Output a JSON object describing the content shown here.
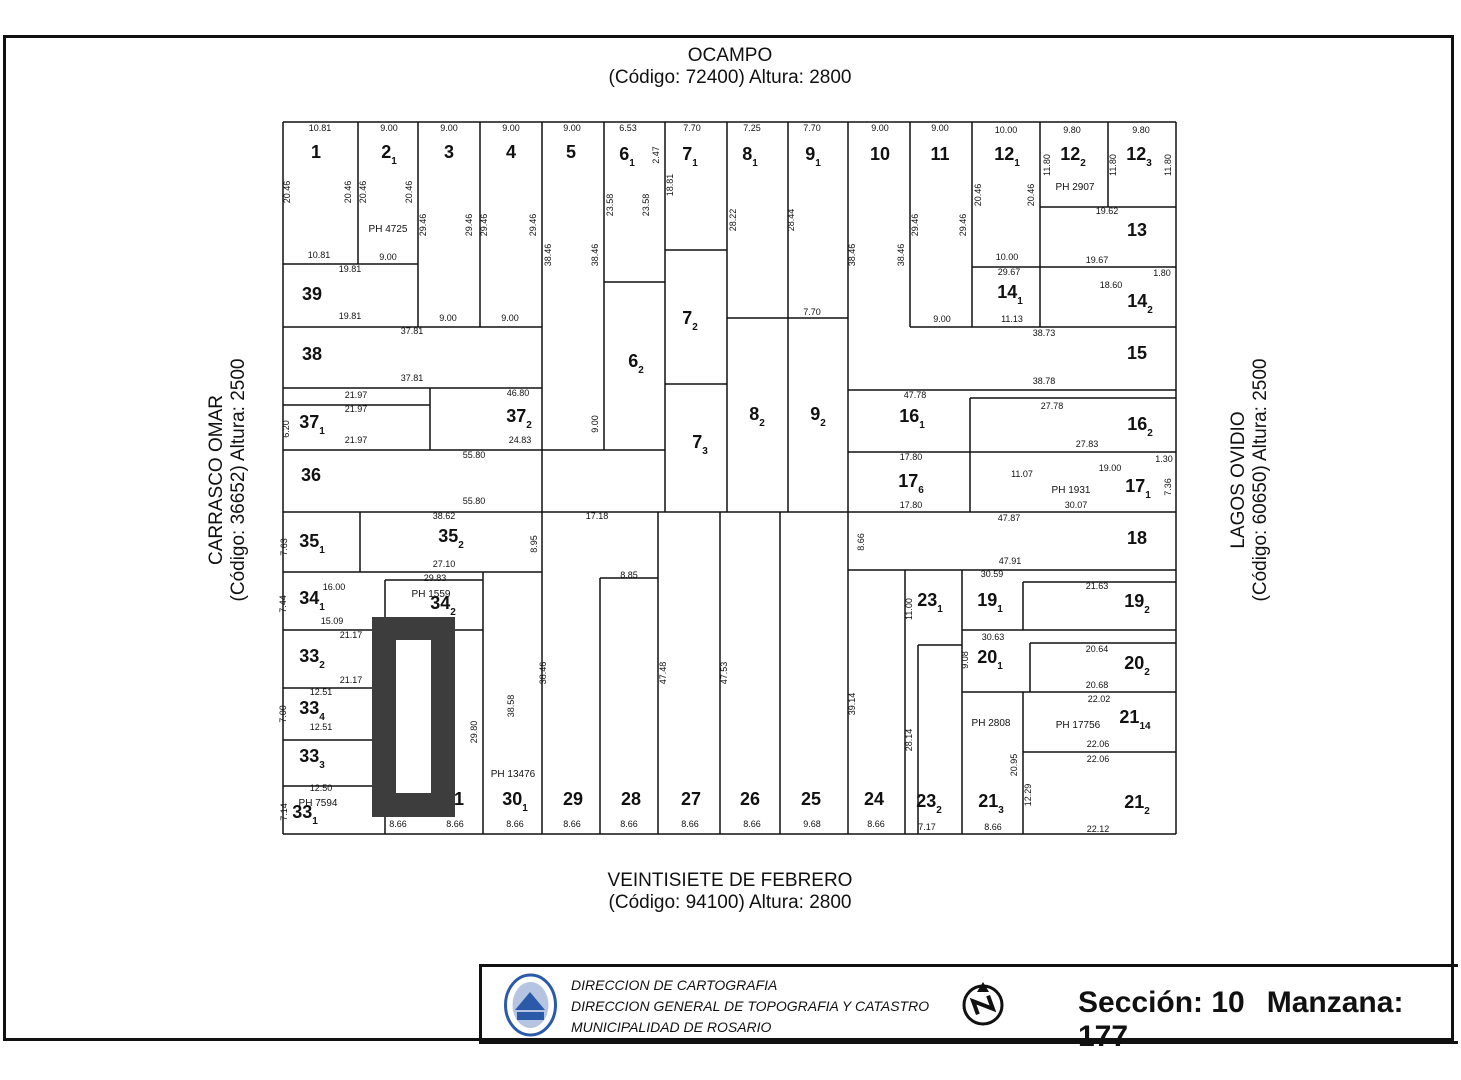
{
  "streets": {
    "top": {
      "name": "OCAMPO",
      "info": "(Código: 72400) Altura: 2800"
    },
    "bottom": {
      "name": "VEINTISIETE DE FEBRERO",
      "info": "(Código: 94100) Altura: 2800"
    },
    "left": {
      "name": "CARRASCO OMAR",
      "info": "(Código: 36652) Altura: 2500"
    },
    "right": {
      "name": "LAGOS OVIDIO",
      "info": "(Código: 60650) Altura: 2500"
    }
  },
  "lots": [
    {
      "label": "1",
      "sub": ""
    },
    {
      "label": "2",
      "sub": "1"
    },
    {
      "label": "3",
      "sub": ""
    },
    {
      "label": "4",
      "sub": ""
    },
    {
      "label": "5",
      "sub": ""
    },
    {
      "label": "6",
      "sub": "1"
    },
    {
      "label": "7",
      "sub": "1"
    },
    {
      "label": "8",
      "sub": "1"
    },
    {
      "label": "9",
      "sub": "1"
    },
    {
      "label": "10",
      "sub": ""
    },
    {
      "label": "11",
      "sub": ""
    },
    {
      "label": "12",
      "sub": "1"
    },
    {
      "label": "12",
      "sub": "2"
    },
    {
      "label": "12",
      "sub": "3"
    },
    {
      "label": "13",
      "sub": ""
    },
    {
      "label": "39",
      "sub": ""
    },
    {
      "label": "14",
      "sub": "1"
    },
    {
      "label": "14",
      "sub": "2"
    },
    {
      "label": "38",
      "sub": ""
    },
    {
      "label": "6",
      "sub": "2"
    },
    {
      "label": "7",
      "sub": "2"
    },
    {
      "label": "15",
      "sub": ""
    },
    {
      "label": "37",
      "sub": "1"
    },
    {
      "label": "37",
      "sub": "2"
    },
    {
      "label": "8",
      "sub": "2"
    },
    {
      "label": "9",
      "sub": "2"
    },
    {
      "label": "16",
      "sub": "1"
    },
    {
      "label": "16",
      "sub": "2"
    },
    {
      "label": "7",
      "sub": "3"
    },
    {
      "label": "36",
      "sub": ""
    },
    {
      "label": "17",
      "sub": "6"
    },
    {
      "label": "17",
      "sub": "1"
    },
    {
      "label": "35",
      "sub": "1"
    },
    {
      "label": "35",
      "sub": "2"
    },
    {
      "label": "18",
      "sub": ""
    },
    {
      "label": "34",
      "sub": "1"
    },
    {
      "label": "34",
      "sub": "2"
    },
    {
      "label": "23",
      "sub": "1"
    },
    {
      "label": "19",
      "sub": "1"
    },
    {
      "label": "19",
      "sub": "2"
    },
    {
      "label": "33",
      "sub": "2"
    },
    {
      "label": "20",
      "sub": "1"
    },
    {
      "label": "20",
      "sub": "2"
    },
    {
      "label": "33",
      "sub": "4"
    },
    {
      "label": "21",
      "sub": "14"
    },
    {
      "label": "33",
      "sub": "3"
    },
    {
      "label": "33",
      "sub": "1"
    },
    {
      "label": "31",
      "sub": ""
    },
    {
      "label": "30",
      "sub": "1"
    },
    {
      "label": "29",
      "sub": ""
    },
    {
      "label": "28",
      "sub": ""
    },
    {
      "label": "27",
      "sub": ""
    },
    {
      "label": "26",
      "sub": ""
    },
    {
      "label": "25",
      "sub": ""
    },
    {
      "label": "24",
      "sub": ""
    },
    {
      "label": "23",
      "sub": "2"
    },
    {
      "label": "21",
      "sub": "3"
    },
    {
      "label": "21",
      "sub": "2"
    }
  ],
  "ph_labels": [
    "PH 4725",
    "PH 2907",
    "PH 1931",
    "PH 1559",
    "PH 2808",
    "PH 17756",
    "PH 13476",
    "PH 7594"
  ],
  "dimensions": [
    "10.81",
    "9.00",
    "9.00",
    "9.00",
    "9.00",
    "6.53",
    "7.70",
    "7.25",
    "7.70",
    "9.00",
    "9.00",
    "10.00",
    "9.80",
    "9.80",
    "20.46",
    "20.46",
    "20.46",
    "20.46",
    "29.46",
    "29.46",
    "29.46",
    "29.46",
    "38.46",
    "38.46",
    "23.58",
    "23.58",
    "2.47",
    "18.81",
    "28.22",
    "28.44",
    "38.46",
    "38.46",
    "29.46",
    "29.46",
    "20.46",
    "20.46",
    "11.80",
    "11.80",
    "11.80",
    "10.81",
    "9.00",
    "19.81",
    "19.81",
    "9.00",
    "9.00",
    "37.81",
    "37.81",
    "46.80",
    "21.97",
    "21.97",
    "21.97",
    "24.83",
    "55.80",
    "55.80",
    "38.62",
    "17.18",
    "27.10",
    "29.83",
    "16.00",
    "15.09",
    "21.17",
    "21.17",
    "12.51",
    "12.51",
    "12.50",
    "8.66",
    "8.66",
    "8.66",
    "8.66",
    "8.66",
    "8.66",
    "8.66",
    "9.68",
    "8.66",
    "7.17",
    "8.66",
    "22.12",
    "47.78",
    "27.78",
    "27.83",
    "17.80",
    "17.80",
    "11.07",
    "30.07",
    "19.00",
    "47.87",
    "47.91",
    "30.59",
    "21.63",
    "30.63",
    "20.64",
    "20.68",
    "22.02",
    "22.06",
    "22.06",
    "10.00",
    "29.67",
    "19.67",
    "19.62",
    "18.60",
    "11.13",
    "38.73",
    "38.78",
    "9.00",
    "7.70",
    "7.36",
    "8.66",
    "12.29",
    "20.95",
    "28.14",
    "39.14",
    "47.48",
    "47.53",
    "38.58",
    "29.80",
    "38.46",
    "8.85",
    "8.95",
    "9.00",
    "6.20",
    "7.63",
    "7.44",
    "7.00",
    "7.14",
    "9.08",
    "11.00",
    "1.30",
    "1.80"
  ],
  "footer": {
    "line1": "DIRECCION DE CARTOGRAFIA",
    "line2": "DIRECCION GENERAL DE TOPOGRAFIA Y CATASTRO",
    "line3": "MUNICIPALIDAD DE ROSARIO",
    "seccion": "Sección: 10",
    "manzana": "Manzana: 177"
  },
  "colors": {
    "line": "#111111",
    "redaction": "#3d3d3d",
    "seal": "#2a5aa8"
  }
}
